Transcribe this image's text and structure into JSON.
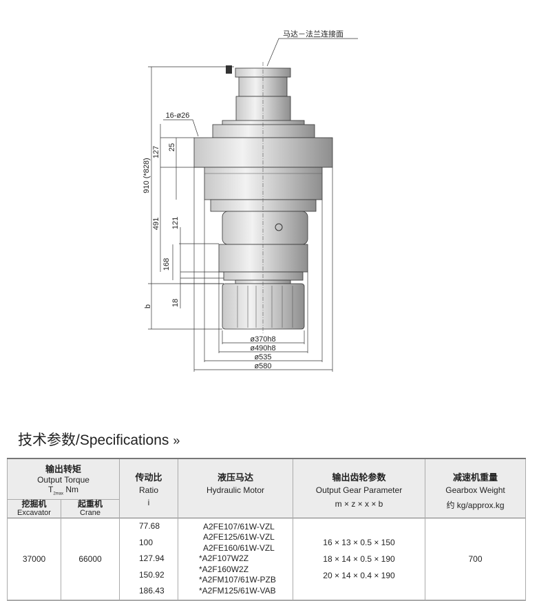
{
  "drawing": {
    "flange_label": "马达－法兰连接面",
    "dims": {
      "bolt_holes": "16-ø26",
      "total_height": "910 (*828)",
      "d127": "127",
      "d25": "25",
      "d491": "491",
      "d121": "121",
      "d168": "168",
      "d18": "18",
      "db": "b",
      "dia370": "ø370h8",
      "dia490": "ø490h8",
      "dia535": "ø535",
      "dia580": "ø580"
    }
  },
  "section": {
    "title": "技术参数/Specifications",
    "chevron": "»"
  },
  "table": {
    "headers": {
      "torque_cn": "输出转矩",
      "torque_en": "Output Torque",
      "torque_unit_t": "T",
      "torque_unit_sub": "2max",
      "torque_unit": " Nm",
      "excavator_cn": "挖掘机",
      "excavator_en": "Excavator",
      "crane_cn": "起重机",
      "crane_en": "Crane",
      "ratio_cn": "传动比",
      "ratio_en": "Ratio",
      "ratio_sym": "i",
      "motor_cn": "液压马达",
      "motor_en": "Hydraulic Motor",
      "gear_cn": "输出齿轮参数",
      "gear_en": "Output Gear Parameter",
      "gear_sym": "m × z × x × b",
      "weight_cn": "减速机重量",
      "weight_en": "Gearbox Weight",
      "weight_unit": "约 kg/approx.kg"
    },
    "row": {
      "excavator": "37000",
      "crane": "66000",
      "ratios": [
        "77.68",
        "100",
        "127.94",
        "150.92",
        "186.43"
      ],
      "motors": [
        "A2FE107/61W-VZL",
        "A2FE125/61W-VZL",
        "A2FE160/61W-VZL",
        "*A2F107W2Z",
        "*A2F160W2Z",
        "*A2FM107/61W-PZB",
        "*A2FM125/61W-VAB"
      ],
      "gears": [
        "16 × 13 × 0.5 × 150",
        "18 × 14 × 0.5 × 190",
        "20 × 14 × 0.4 × 190"
      ],
      "weight": "700"
    }
  }
}
